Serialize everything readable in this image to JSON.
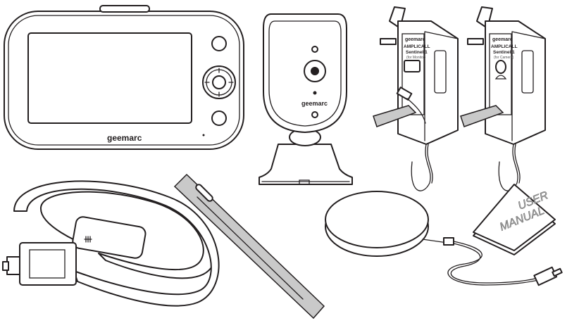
{
  "title": "Product contents illustration",
  "monitor": {
    "logo": "geemarc"
  },
  "camera": {
    "logo": "geemarc"
  },
  "adapters": [
    {
      "logo": "geemarc",
      "brand": "AMPLICALL",
      "model": "Sentinel 1",
      "note": "(for Monitor)"
    },
    {
      "logo": "geemarc",
      "brand": "AMPLICALL",
      "model": "Sentinel 1",
      "note": "(for Camera)"
    }
  ],
  "manual": {
    "line1": "USER",
    "line2": "MANUAL"
  },
  "colors": {
    "line": "#231f20",
    "background": "#ffffff",
    "strap": "#c9c9c9"
  }
}
